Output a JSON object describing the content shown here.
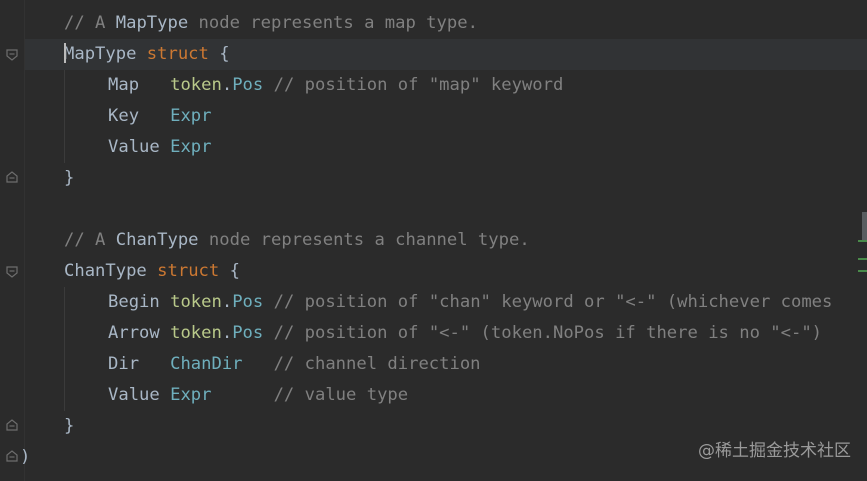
{
  "lines": [
    {
      "parts": [
        {
          "c": "cm",
          "t": "// A "
        },
        {
          "c": "tx",
          "t": "MapType"
        },
        {
          "c": "cm",
          "t": " node represents a map type."
        }
      ]
    },
    {
      "parts": [
        {
          "c": "tx",
          "t": "MapType"
        },
        {
          "c": "kw",
          "t": " struct "
        },
        {
          "c": "tx",
          "t": "{"
        }
      ]
    },
    {
      "parts": [
        {
          "c": "tx",
          "t": "Map   "
        },
        {
          "c": "pk",
          "t": "token"
        },
        {
          "c": "tx",
          "t": "."
        },
        {
          "c": "ty",
          "t": "Pos"
        },
        {
          "c": "cm",
          "t": " // position of \"map\" keyword"
        }
      ]
    },
    {
      "parts": [
        {
          "c": "tx",
          "t": "Key   "
        },
        {
          "c": "ty",
          "t": "Expr"
        }
      ]
    },
    {
      "parts": [
        {
          "c": "tx",
          "t": "Value "
        },
        {
          "c": "ty",
          "t": "Expr"
        }
      ]
    },
    {
      "parts": [
        {
          "c": "tx",
          "t": "}"
        }
      ]
    },
    {
      "parts": []
    },
    {
      "parts": [
        {
          "c": "cm",
          "t": "// A "
        },
        {
          "c": "tx",
          "t": "ChanType"
        },
        {
          "c": "cm",
          "t": " node represents a channel type."
        }
      ]
    },
    {
      "parts": [
        {
          "c": "tx",
          "t": "ChanType"
        },
        {
          "c": "kw",
          "t": " struct "
        },
        {
          "c": "tx",
          "t": "{"
        }
      ]
    },
    {
      "parts": [
        {
          "c": "tx",
          "t": "Begin "
        },
        {
          "c": "pk",
          "t": "token"
        },
        {
          "c": "tx",
          "t": "."
        },
        {
          "c": "ty",
          "t": "Pos"
        },
        {
          "c": "cm",
          "t": " // position of \"chan\" keyword or \"<-\" (whichever comes"
        }
      ]
    },
    {
      "parts": [
        {
          "c": "tx",
          "t": "Arrow "
        },
        {
          "c": "pk",
          "t": "token"
        },
        {
          "c": "tx",
          "t": "."
        },
        {
          "c": "ty",
          "t": "Pos"
        },
        {
          "c": "cm",
          "t": " // position of \"<-\" (token.NoPos if there is no \"<-\")"
        }
      ]
    },
    {
      "parts": [
        {
          "c": "tx",
          "t": "Dir   "
        },
        {
          "c": "ty",
          "t": "ChanDir"
        },
        {
          "c": "cm",
          "t": "   // channel direction"
        }
      ]
    },
    {
      "parts": [
        {
          "c": "tx",
          "t": "Value "
        },
        {
          "c": "ty",
          "t": "Expr"
        },
        {
          "c": "cm",
          "t": "      // value type"
        }
      ]
    },
    {
      "parts": [
        {
          "c": "tx",
          "t": "}"
        }
      ]
    },
    {
      "parts": [
        {
          "c": "tx",
          "t": ")"
        }
      ]
    }
  ],
  "watermark": "@稀土掘金技术社区",
  "icons": {
    "fold_open": "fold-open-icon",
    "fold_close": "fold-close-icon"
  },
  "colors": {
    "background": "#2b2b2b",
    "text": "#a9b7c6",
    "comment": "#808080",
    "keyword": "#cc7832",
    "type": "#6fafbd",
    "package": "#b9c98a"
  }
}
